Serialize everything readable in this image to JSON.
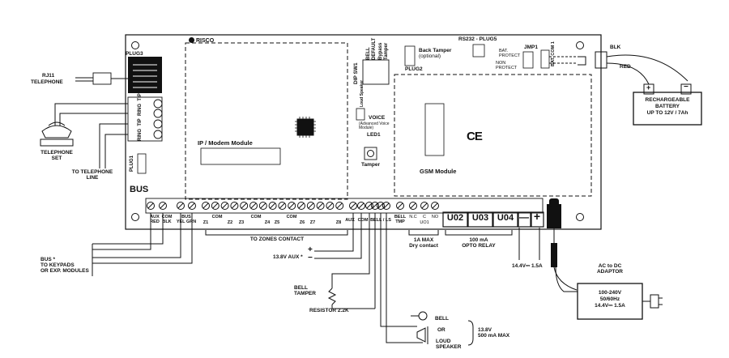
{
  "brand": {
    "logo": "RISCO"
  },
  "left": {
    "rj11_label": "RJ11",
    "telephone_label": "TELEPHONE",
    "plug3": "PLUG3",
    "line_terms": [
      "RING",
      "TIP",
      "RING",
      "TIP"
    ],
    "telephone_set": [
      "TELEPHONE",
      "SET"
    ],
    "to_line": [
      "TO TELEPHONE",
      "LINE"
    ],
    "plug1": "PLUG1",
    "bus_title": "BUS",
    "bus_note": [
      "BUS *",
      "TO KEYPADS",
      "OR EXP. MODULES"
    ]
  },
  "modules": {
    "ip_modem": "IP / Modem Module",
    "gsm": "GSM Module",
    "ce": "CE"
  },
  "center": {
    "dip_sw1": "DIP SW1",
    "dip_labels": [
      "BELL",
      "DEFAULT",
      "Bypass",
      "Tamper"
    ],
    "loud_speaker": [
      "Loud",
      "Speaker"
    ],
    "voice": "VOICE",
    "voice_note": [
      "(Advanced Voice",
      "Module)"
    ],
    "led1": "LED1",
    "tamper": "Tamper",
    "back_tamper": [
      "Back Tamper",
      "(optional)"
    ],
    "plug2": "PLUG2",
    "rs232": "RS232 - PLUG5",
    "jmp1": "JMP1",
    "bat_protect": [
      "BAT.",
      "PROTECT"
    ],
    "non_protect": [
      "NON",
      "PROTECT"
    ],
    "bat_com": [
      "BAT.",
      "COM 1"
    ]
  },
  "battery": {
    "blk": "BLK",
    "red": "RED",
    "plus": "+",
    "minus": "−",
    "label": [
      "RECHARGEABLE",
      "BATTERY",
      "UP TO 12V / 7Ah"
    ]
  },
  "terminals": {
    "aux": [
      "AUX",
      "RED"
    ],
    "com": [
      "COM",
      "BLK"
    ],
    "bus": [
      "BUS",
      "YEL  GRN"
    ],
    "zones_com": [
      "COM",
      "COM",
      "COM"
    ],
    "zones": [
      "Z1",
      "Z2",
      "Z3",
      "Z4",
      "Z5",
      "Z6",
      "Z7",
      "Z8"
    ],
    "aux2": "AUX",
    "com2": "COM",
    "bell_ls": "BELL / LS",
    "bell_tmp": [
      "BELL",
      "TMP"
    ],
    "relay_terms": [
      "N.C",
      "C",
      "NO"
    ],
    "uo1": "UO1",
    "outputs": [
      "U02",
      "U03",
      "U04"
    ],
    "minus": "—",
    "plus": "+"
  },
  "bottom": {
    "zones_contact": "TO ZONES CONTACT",
    "aux_label": "13.8V AUX *",
    "aux_plus": "+",
    "aux_minus": "−",
    "relay_label": [
      "1A MAX",
      "Dry contact"
    ],
    "opto_label": [
      "100 mA",
      "OPTO RELAY"
    ],
    "dc_in": "14.4V⎓ 1.5A",
    "bell_tamper": [
      "BELL",
      "TAMPER"
    ],
    "resistor": "RESISTOR 2.2K",
    "bell": "BELL",
    "or": "OR",
    "loud_speaker": [
      "LOUD",
      "SPEAKER"
    ],
    "siren_spec": [
      "13.8V",
      "500 mA MAX"
    ],
    "adaptor_title": [
      "AC to DC",
      "ADAPTOR"
    ],
    "adaptor_spec": [
      "100-240V",
      "50/60Hz",
      "14.4V⎓ 1.5A"
    ]
  }
}
